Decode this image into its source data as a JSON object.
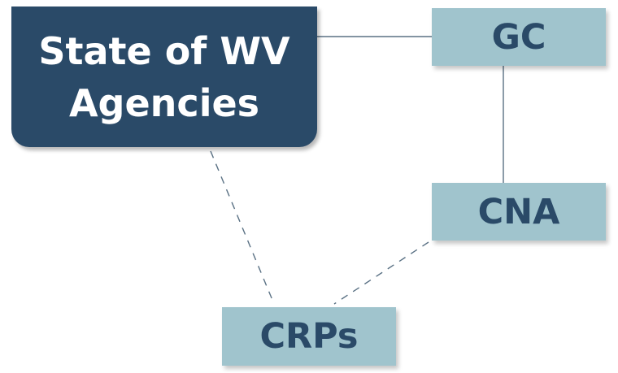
{
  "nodes": {
    "state_agencies": "State of WV Agencies",
    "gc": "GC",
    "cna": "CNA",
    "crps": "CRPs"
  },
  "colors": {
    "primary_node": "#2a4a68",
    "secondary_node": "#a0c4cd",
    "connector": "#5a7184"
  },
  "connections": [
    {
      "from": "State of WV Agencies",
      "to": "GC",
      "style": "solid"
    },
    {
      "from": "GC",
      "to": "CNA",
      "style": "solid"
    },
    {
      "from": "State of WV Agencies",
      "to": "CRPs",
      "style": "dashed"
    },
    {
      "from": "CNA",
      "to": "CRPs",
      "style": "dashed"
    }
  ]
}
